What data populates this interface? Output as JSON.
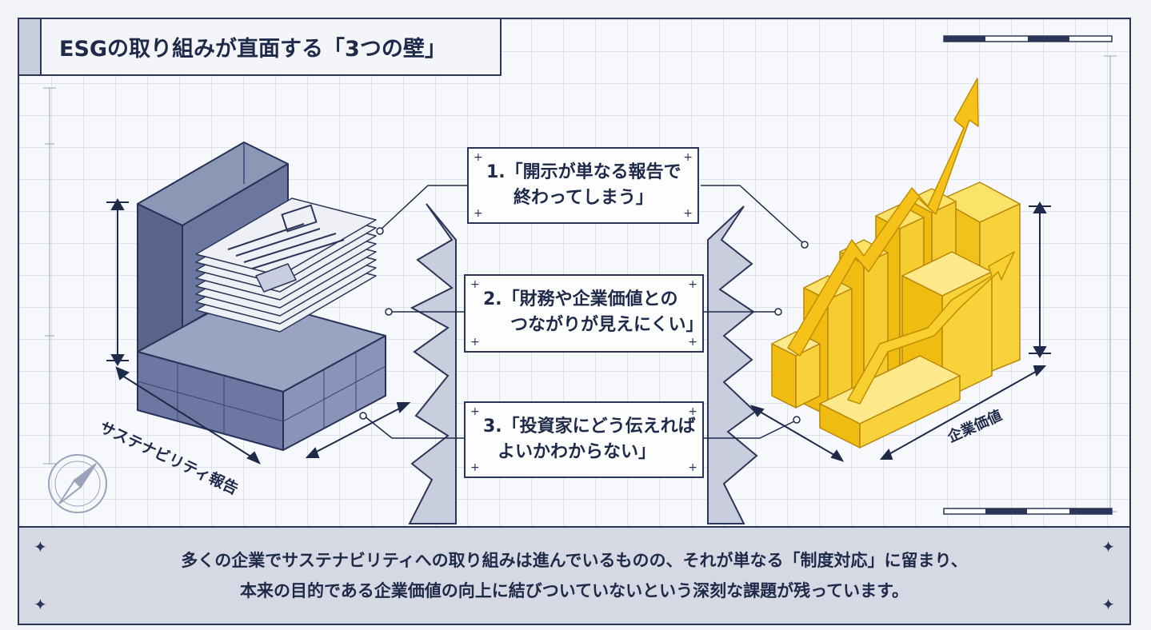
{
  "title": "ESGの取り組みが直面する「3つの壁」",
  "callouts": [
    {
      "line1": "1.「開示が単なる報告で",
      "line2": "終わってしまう」"
    },
    {
      "line1": "2.「財務や企業価値との",
      "line2": "つながりが見えにくい」"
    },
    {
      "line1": "3.「投資家にどう伝えれば",
      "line2": "よいかわからない」"
    }
  ],
  "left_label": "サステナビリティ報告",
  "right_label": "企業価値",
  "summary": {
    "line1": "多くの企業でサステナビリティへの取り組みは進んでいるものの、それが単なる「制度対応」に留まり、",
    "line2": "本来の目的である企業価値の向上に結びついていないという深刻な課題が残っています。"
  },
  "colors": {
    "navy": "#2a3658",
    "slate": "#5e6a8e",
    "gold": "#f2c21c",
    "panel": "#d6d9e3"
  }
}
